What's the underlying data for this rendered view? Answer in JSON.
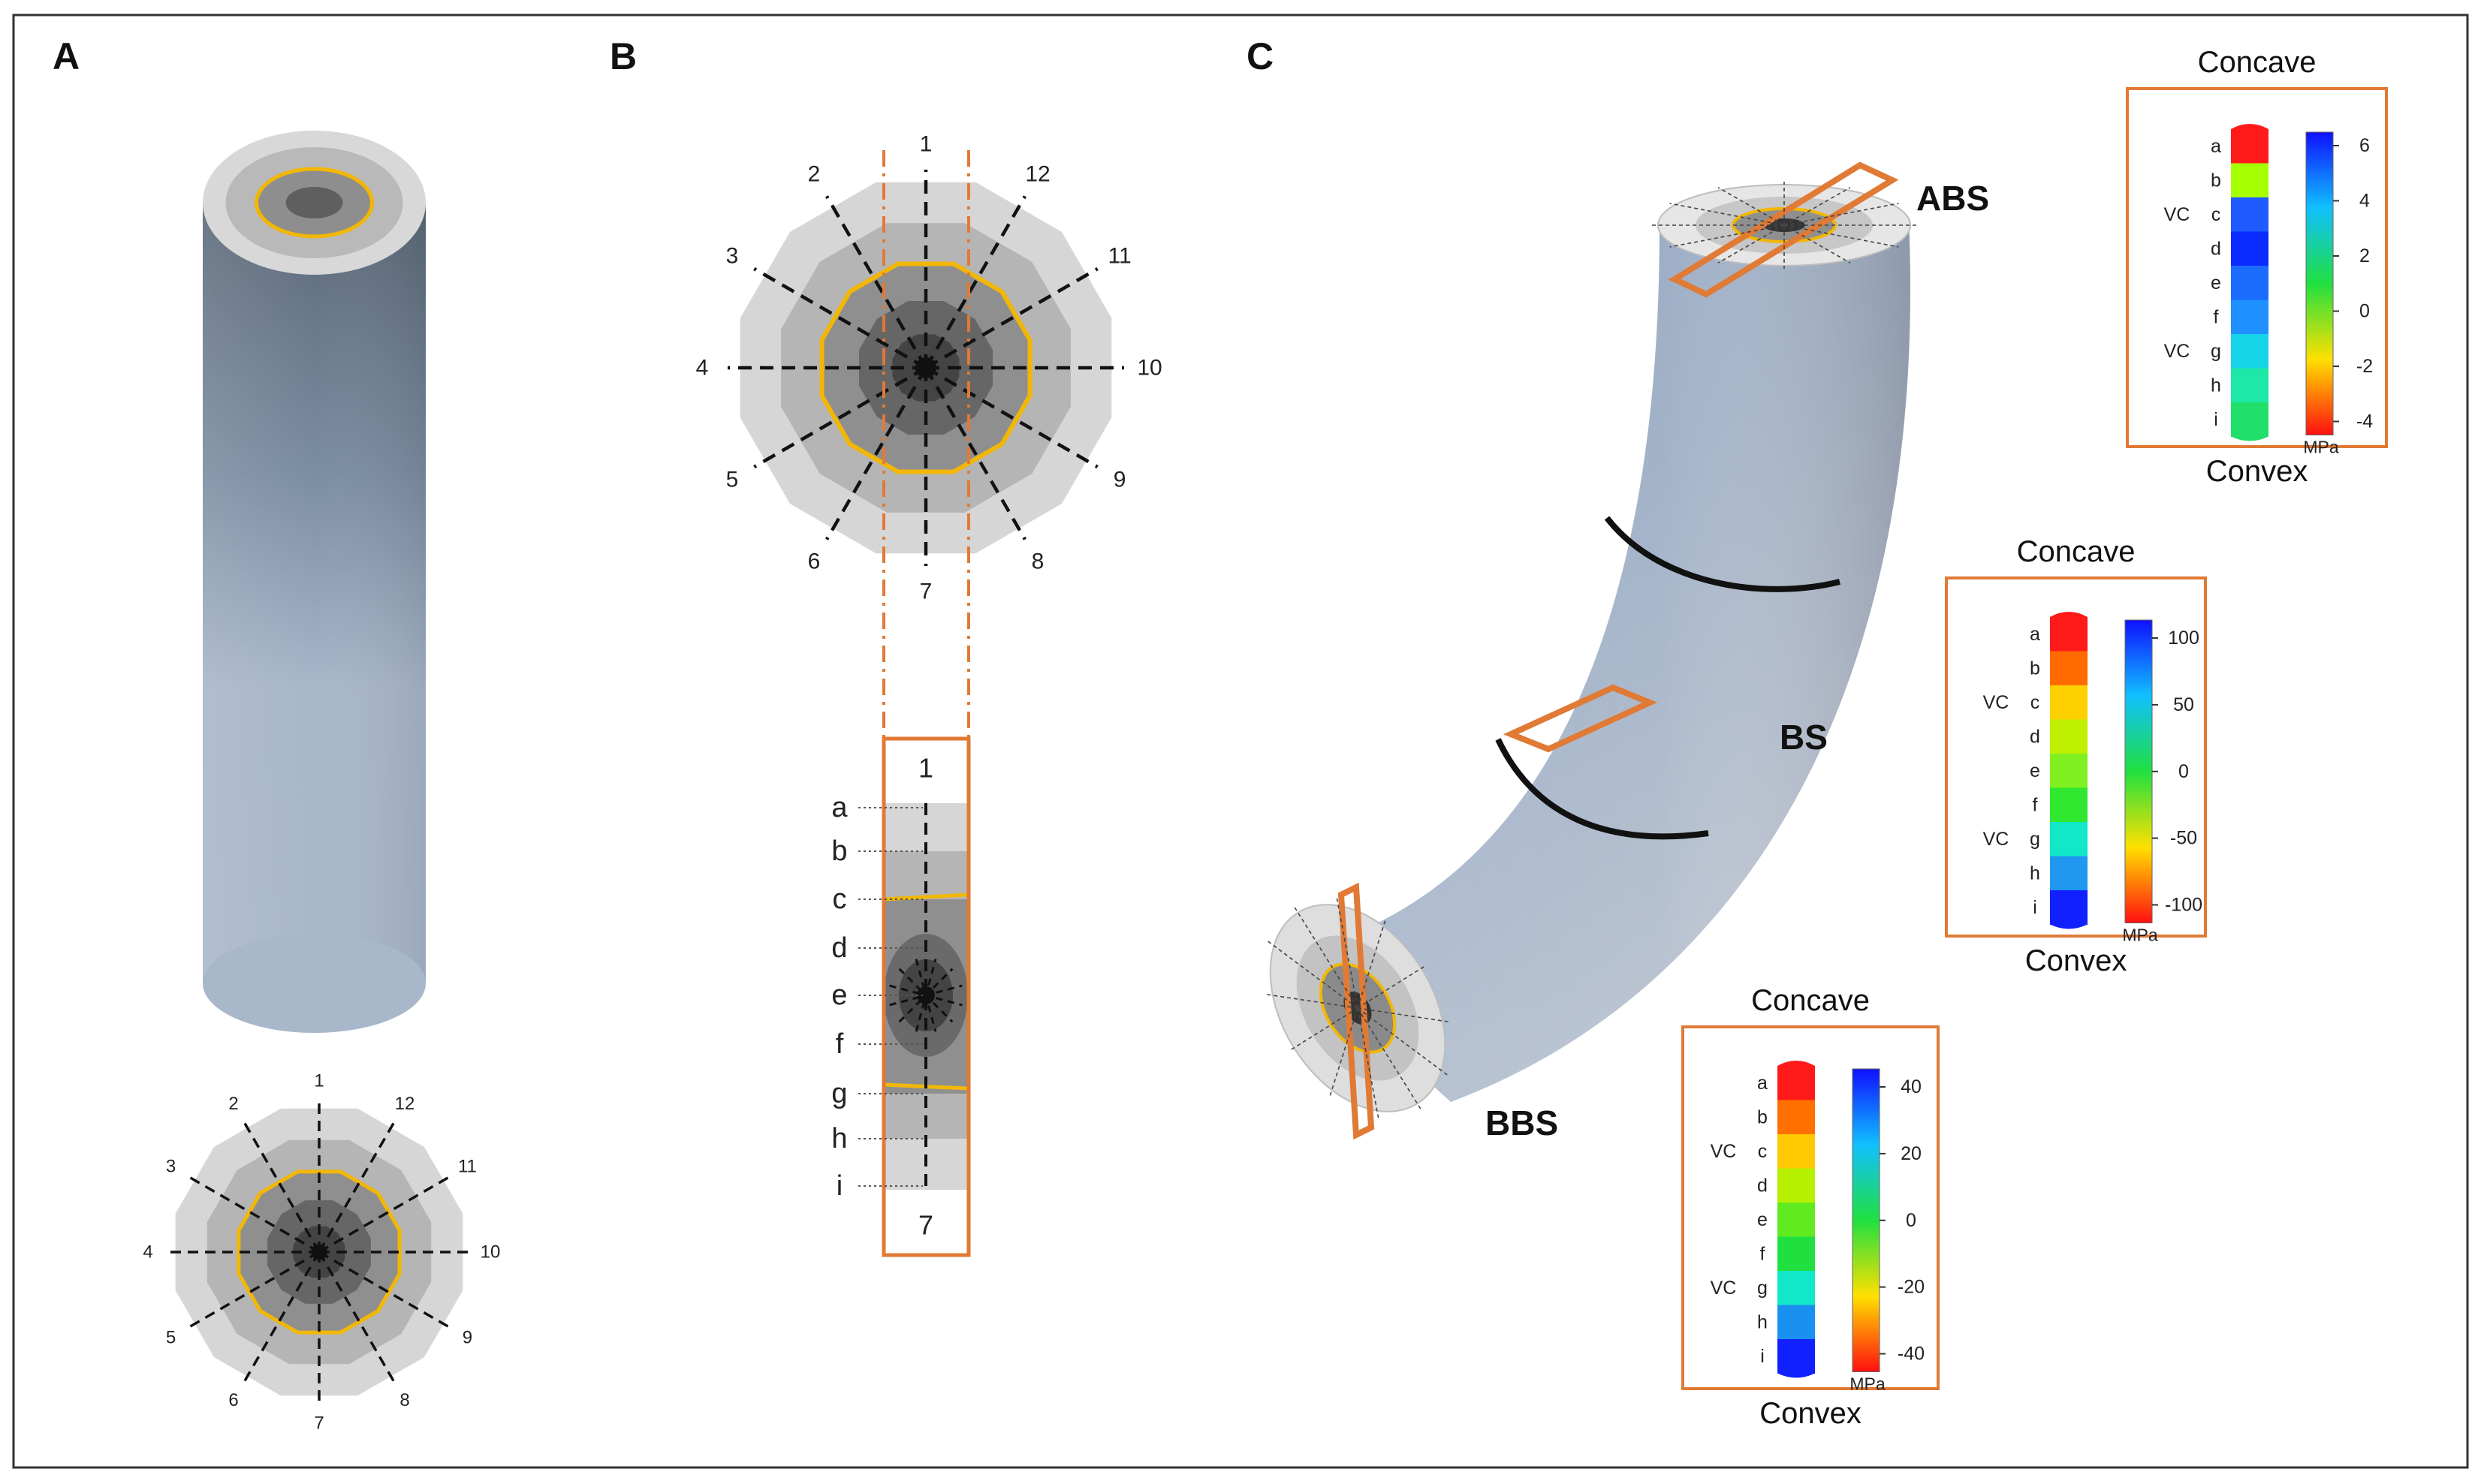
{
  "panels": {
    "a": "A",
    "b": "B",
    "c": "C"
  },
  "spokes": [
    "1",
    "2",
    "3",
    "4",
    "5",
    "6",
    "7",
    "8",
    "9",
    "10",
    "11",
    "12"
  ],
  "strip": {
    "top": "1",
    "bottom": "7",
    "rows": [
      "a",
      "b",
      "c",
      "d",
      "e",
      "f",
      "g",
      "h",
      "i"
    ]
  },
  "segments": {
    "abs": "ABS",
    "bs": "BS",
    "bbs": "BBS"
  },
  "legends": [
    {
      "key": "abs",
      "title_top": "Concave",
      "title_bottom": "Convex",
      "rows": [
        "a",
        "b",
        "c",
        "d",
        "e",
        "f",
        "g",
        "h",
        "i"
      ],
      "vc_rows": [
        "c",
        "g"
      ],
      "vc_label": "VC",
      "row_colors": [
        "#ff1a1a",
        "#a6ff00",
        "#1e5cff",
        "#0a2cff",
        "#1c6bff",
        "#1e90ff",
        "#16d4e8",
        "#1de8a8",
        "#20e06a"
      ],
      "ticks": [
        "6",
        "4",
        "2",
        "0",
        "-2",
        "-4"
      ],
      "unit": "MPa"
    },
    {
      "key": "bs",
      "title_top": "Concave",
      "title_bottom": "Convex",
      "rows": [
        "a",
        "b",
        "c",
        "d",
        "e",
        "f",
        "g",
        "h",
        "i"
      ],
      "vc_rows": [
        "c",
        "g"
      ],
      "vc_label": "VC",
      "row_colors": [
        "#ff1a1a",
        "#ff6a00",
        "#ffd000",
        "#bff000",
        "#80f020",
        "#30e830",
        "#10e8c8",
        "#2098f0",
        "#1020ff"
      ],
      "ticks": [
        "100",
        "50",
        "0",
        "-50",
        "-100"
      ],
      "unit": "MPa"
    },
    {
      "key": "bbs",
      "title_top": "Concave",
      "title_bottom": "Convex",
      "rows": [
        "a",
        "b",
        "c",
        "d",
        "e",
        "f",
        "g",
        "h",
        "i"
      ],
      "vc_rows": [
        "c",
        "g"
      ],
      "vc_label": "VC",
      "row_colors": [
        "#ff1a1a",
        "#ff7000",
        "#ffc800",
        "#b6f000",
        "#60ea20",
        "#20e040",
        "#10e8c8",
        "#1a90f0",
        "#1020ff"
      ],
      "ticks": [
        "40",
        "20",
        "0",
        "-20",
        "-40"
      ],
      "unit": "MPa"
    }
  ],
  "colors": {
    "accent_orange": "#e07a35",
    "wall_gold": "#f2b705",
    "frame": "#333333"
  }
}
